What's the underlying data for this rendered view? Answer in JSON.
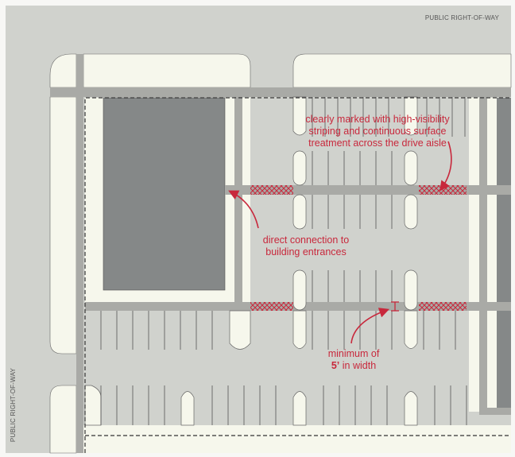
{
  "labels": {
    "row_top": "PUBLIC RIGHT-OF-WAY",
    "row_left": "PUBLIC RIGHT-OF-WAY"
  },
  "annotations": {
    "crosswalk": [
      "clearly marked with high-visibility",
      "striping and continuous surface",
      "treatment across the drive aisle"
    ],
    "connection": [
      "direct connection to",
      "building entrances"
    ],
    "width_prefix": "minimum of",
    "width_value": "5’",
    "width_suffix": "in width"
  },
  "colors": {
    "ground": "#d0d2cd",
    "landscape": "#f6f7ec",
    "walkway": "#a9aaa6",
    "building": "#858888",
    "accent": "#c8283c"
  }
}
